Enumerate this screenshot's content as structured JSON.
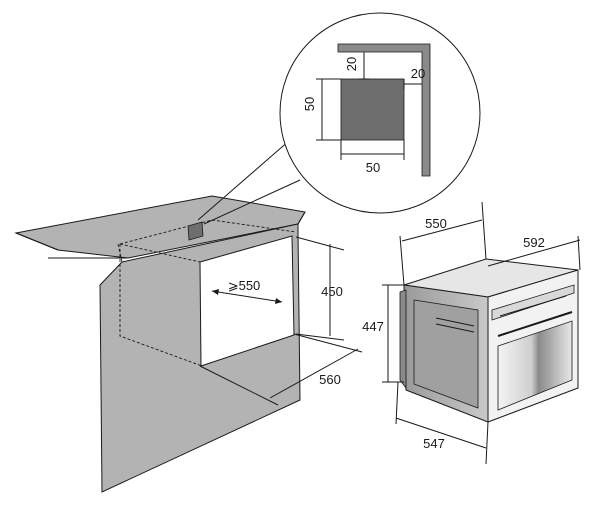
{
  "detail": {
    "cutout_width": "50",
    "cutout_height": "50",
    "top_clearance": "20",
    "side_clearance": "20"
  },
  "cabinet": {
    "min_depth": "⩾550",
    "opening_height": "450",
    "opening_width": "560"
  },
  "appliance": {
    "depth": "550",
    "width": "592",
    "height": "447",
    "side_depth": "547"
  },
  "colors": {
    "panel_gray": "#b3b3b3",
    "line": "#1a1a1a",
    "cutout_fill": "#6e6e6e",
    "corner_fill": "#8a8a8a"
  }
}
